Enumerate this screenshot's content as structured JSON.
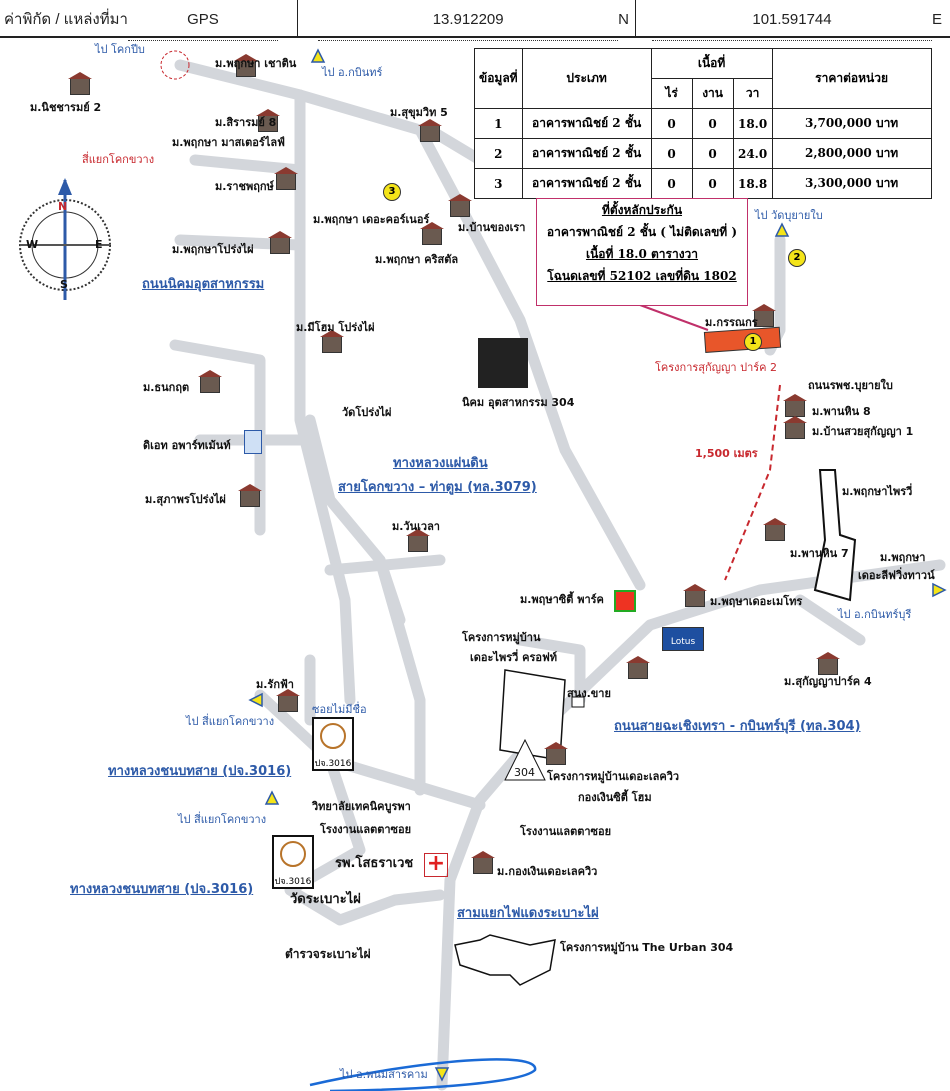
{
  "header": {
    "label": "ค่าพิกัด / แหล่งที่มา",
    "source": "GPS",
    "lat": "13.912209",
    "lat_suffix": "N",
    "lon": "101.591744",
    "lon_suffix": "E"
  },
  "table": {
    "headers": {
      "no": "ข้อมูลที่",
      "type": "ประเภท",
      "area": "เนื้อที่",
      "rai": "ไร่",
      "ngan": "งาน",
      "wa": "วา",
      "price": "ราคาต่อหน่วย"
    },
    "rows": [
      {
        "no": "1",
        "type": "อาคารพาณิชย์ 2 ชั้น",
        "rai": "0",
        "ngan": "0",
        "wa": "18.0",
        "price": "3,700,000 บาท"
      },
      {
        "no": "2",
        "type": "อาคารพาณิชย์ 2 ชั้น",
        "rai": "0",
        "ngan": "0",
        "wa": "24.0",
        "price": "2,800,000 บาท"
      },
      {
        "no": "3",
        "type": "อาคารพาณิชย์ 2 ชั้น",
        "rai": "0",
        "ngan": "0",
        "wa": "18.8",
        "price": "3,300,000 บาท"
      }
    ]
  },
  "collateral": {
    "title": "ที่ตั้งหลักประกัน",
    "line1": "อาคารพาณิชย์ 2 ชั้น ( ไม่ติดเลขที่ )",
    "line2": "เนื้อที่ 18.0 ตารางวา",
    "line3": "โฉนดเลขที่ 52102 เลขที่ดิน 1802"
  },
  "compass": {
    "n": "N",
    "s": "S",
    "e": "E",
    "w": "W"
  },
  "markers": [
    "1",
    "2",
    "3"
  ],
  "colors": {
    "road": "#d3d6db",
    "link": "#2d5aa8",
    "accent_red": "#c8282e",
    "box_border": "#c0306a"
  },
  "labels": {
    "to_khok_pip": "ไป โคกปีบ",
    "mu_nitcharam2": "ม.นิชชารมย์ 2",
    "pruksa_chaotin": "ม.พฤกษา เชาติน",
    "to_kabin": "ไป อ.กบินทร์",
    "sirarom8": "ม.สิรารมย์ 8",
    "pruksa_master": "ม.พฤกษา มาสเตอร์ไลฟ์",
    "khok_khwang_junction": "สี่แยกโคกขวาง",
    "ratchaphruek": "ม.ราชพฤกษ์",
    "sukhumvit5": "ม.สุขุมวิท 5",
    "pruksa_decor": "ม.พฤกษา เดอะคอร์เนอร์",
    "ban_khong_rao": "ม.บ้านของเรา",
    "pruksa_crystal": "ม.พฤกษา คริสตัล",
    "pruksa_prongphai": "ม.พฤกษาโปร่งไผ่",
    "to_wat_buyaibai": "ไป วัดบุยายใบ",
    "nikhom_road": "ถนนนิคมอุตสาหกรรม",
    "mi_home": "ม.มีโฮม โปร่งไผ่",
    "kannikorn": "ม.กรรณกร",
    "sukanya_park2": "โครงการสุกัญญา ปาร์ค 2",
    "thanakrit": "ม.ธนกฤต",
    "industrial_304": "นิคม อุตสาหกรรม 304",
    "wat_prongphai": "วัดโปร่งไผ่",
    "rph_buyaibai_road": "ถนนรพช.บุยายใบ",
    "phanhin8": "ม.พานหิน 8",
    "ban_suay_sukanya1": "ม.บ้านสวยสุกัญญา 1",
    "ditech": "ดิเอท อพาร์ทเม้นท์",
    "highway_label": "ทางหลวงแผ่นดิน",
    "distance": "1,500 เมตร",
    "khokkhwang_thatoom": "สายโคกขวาง – ท่าตูม (ทล.3079)",
    "suphapon": "ม.สุภาพรโปร่งไผ่",
    "pruksa_villa": "ม.พฤกษาไพรวี่",
    "wanwela": "ม.วันเวลา",
    "phanhin7": "ม.พานหิน 7",
    "pruksa_leaf": "ม.พฤกษา",
    "leaf_town": "เดอะลีฟวิ่งทาวน์",
    "pruksa_city_park": "ม.พฤษาซิตี้ พาร์ค",
    "pruksa_metro": "ม.พฤษาเดอะเมโทร",
    "to_kabinburi": "ไป อ.กบินทร์บุรี",
    "villa_croft1": "โครงการหมู่บ้าน",
    "villa_croft2": "เดอะไพรวี่ ครอฟท์",
    "sukanya_park4": "ม.สุกัญญาปาร์ค 4",
    "lotus": "Lotus",
    "rakfa": "ม.รักฟ้า",
    "unnamed_soi": "ซอยไม่มีชื่อ",
    "snong_chai": "สนง.ขาย",
    "to_khokkhwang": "ไป สี่แยกโคกขวาง",
    "chachoengsao_road": "ถนนสายฉะเชิงเทรา - กบินทร์บุรี (ทล.304)",
    "chonbotsai": "ทางหลวงชนบทสาย (ปจ.3016)",
    "pj3016": "ปจ.3016",
    "route304": "304",
    "lakeview1": "โครงการหมู่บ้านเดอะเลควิว",
    "lakeview2": "กองเงินซิตี้ โฮม",
    "burapha": "วิทยาลัยเทคนิคบูรพา",
    "latex1": "โรงงานแลตตาซอย",
    "latex2": "โรงงานแลตตาซอย",
    "sotharavej": "รพ.โสธราเวช",
    "kongngoen": "ม.กองเงินเดอะเลควิว",
    "wat_rabao": "วัดระเบาะไผ่",
    "rabao_junction": "สามแยกไฟแดงระเบาะไผ่",
    "police": "ตำรวจระเบาะไผ่",
    "urban304": "โครงการหมู่บ้าน The Urban 304",
    "to_phanom": "ไป อ.พนมสารคาม"
  }
}
